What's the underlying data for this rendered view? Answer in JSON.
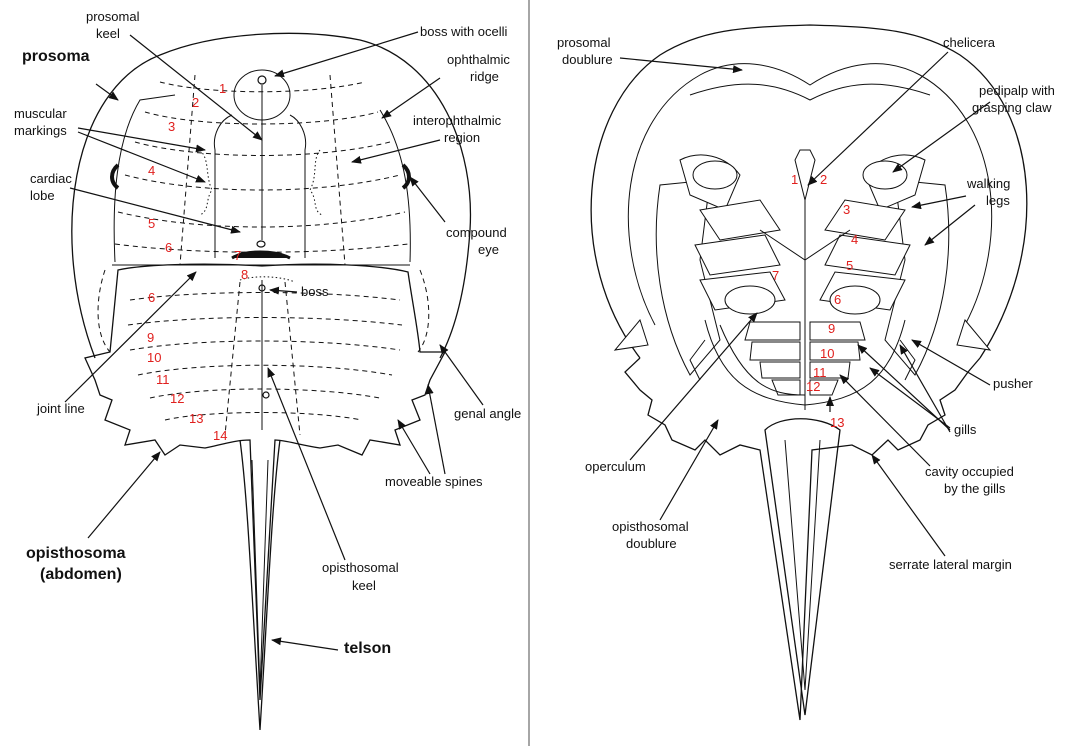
{
  "dorsal": {
    "prosoma": "prosoma",
    "prosomal_keel_1": "prosomal",
    "prosomal_keel_2": "keel",
    "boss_with_ocelli": "boss with ocelli",
    "ophthalmic_ridge_1": "ophthalmic",
    "ophthalmic_ridge_2": "ridge",
    "muscular_markings_1": "muscular",
    "muscular_markings_2": "markings",
    "interophthalmic_1": "interophthalmic",
    "interophthalmic_2": "region",
    "cardiac_lobe_1": "cardiac",
    "cardiac_lobe_2": "lobe",
    "compound_eye_1": "compound",
    "compound_eye_2": "eye",
    "boss": "boss",
    "joint_line": "joint line",
    "genal_angle": "genal angle",
    "moveable_spines": "moveable spines",
    "opisthosoma_1": "opisthosoma",
    "opisthosoma_2": "(abdomen)",
    "opisthosomal_keel_1": "opisthosomal",
    "opisthosomal_keel_2": "keel",
    "telson": "telson",
    "segment_numbers": [
      "1",
      "2",
      "3",
      "4",
      "5",
      "6",
      "7",
      "8",
      "6",
      "9",
      "10",
      "11",
      "12",
      "13",
      "14"
    ]
  },
  "ventral": {
    "prosomal_doublure_1": "prosomal",
    "prosomal_doublure_2": "doublure",
    "chelicera": "chelicera",
    "pedipalp_1": "pedipalp with",
    "pedipalp_2": "grasping claw",
    "walking_legs_1": "walking",
    "walking_legs_2": "legs",
    "pusher": "pusher",
    "gills": "gills",
    "cavity_1": "cavity occupied",
    "cavity_2": "by the gills",
    "operculum": "operculum",
    "opisthosomal_doublure_1": "opisthosomal",
    "opisthosomal_doublure_2": "doublure",
    "serrate_margin": "serrate lateral margin",
    "segment_numbers": [
      "1",
      "2",
      "3",
      "4",
      "5",
      "6",
      "7",
      "9",
      "10",
      "11",
      "12",
      "13"
    ]
  },
  "colors": {
    "line": "#111111",
    "segment_numbers": "#e0201e"
  }
}
